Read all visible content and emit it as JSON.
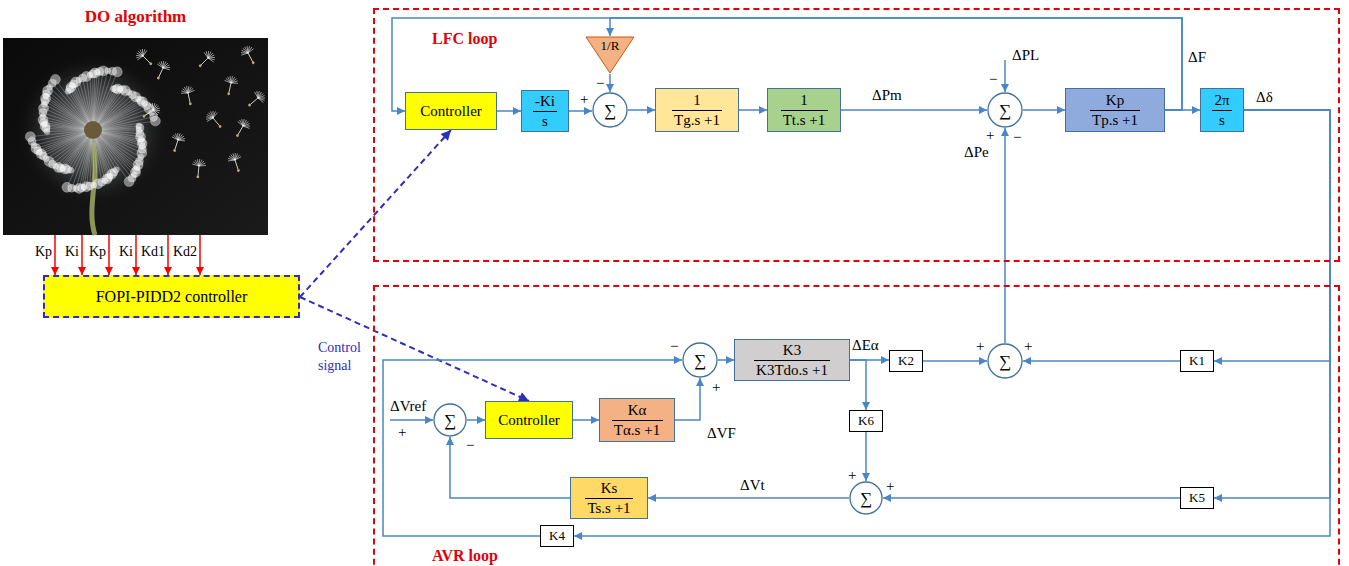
{
  "diagram": {
    "nodes": [
      {
        "text": [
          "DO algorithm"
        ]
      },
      {
        "text": [
          "FOPI-PIDD2 controller"
        ]
      },
      {
        "text": [
          "LFC loop"
        ]
      },
      {
        "text": [
          "Controller"
        ],
        "in": 2
      },
      {
        "text": [
          "-Ki",
          "s"
        ],
        "in": 2
      },
      {
        "text": [
          "1/R"
        ],
        "in": 2
      },
      {
        "text": [
          "∑"
        ],
        "in": 2
      },
      {
        "text": [
          "1",
          "Tg.s +1"
        ],
        "in": 2
      },
      {
        "text": [
          "1",
          "Tt.s +1"
        ],
        "in": 2
      },
      {
        "text": [
          "∑"
        ],
        "in": 2
      },
      {
        "text": [
          "Kp",
          "Tp.s +1"
        ],
        "in": 2
      },
      {
        "text": [
          "2π",
          "s"
        ],
        "in": 2
      },
      {
        "text": [
          "AVR loop"
        ]
      },
      {
        "text": [
          "∑"
        ],
        "in": 12
      },
      {
        "text": [
          "K3",
          "K3Tdo.s +1"
        ],
        "in": 12
      },
      {
        "text": [
          "K2"
        ],
        "in": 12
      },
      {
        "text": [
          "∑"
        ],
        "in": 12
      },
      {
        "text": [
          "K1"
        ],
        "in": 12
      },
      {
        "text": [
          "∑"
        ],
        "in": 12
      },
      {
        "text": [
          "Controller"
        ],
        "in": 12
      },
      {
        "text": [
          "Kα",
          "Tα.s +1"
        ],
        "in": 12
      },
      {
        "text": [
          "K6"
        ],
        "in": 12
      },
      {
        "text": [
          "∑"
        ],
        "in": 12
      },
      {
        "text": [
          "K5"
        ],
        "in": 12
      },
      {
        "text": [
          "Ks",
          "Ts.s +1"
        ],
        "in": 12
      },
      {
        "text": [
          "K4"
        ],
        "in": 12
      }
    ],
    "edges": [
      {
        "from": 0,
        "to": 1,
        "label": "Kp",
        "arrow": "to"
      },
      {
        "from": 0,
        "to": 1,
        "label": "Ki",
        "arrow": "to"
      },
      {
        "from": 0,
        "to": 1,
        "label": "Kp",
        "arrow": "to"
      },
      {
        "from": 0,
        "to": 1,
        "label": "Ki",
        "arrow": "to"
      },
      {
        "from": 0,
        "to": 1,
        "label": "Kd1",
        "arrow": "to"
      },
      {
        "from": 0,
        "to": 1,
        "label": "Kd2",
        "arrow": "to"
      },
      {
        "from": 1,
        "to": 3,
        "arrow": "to"
      },
      {
        "from": 1,
        "to": 19,
        "arrow": "to"
      },
      {
        "from": 3,
        "to": 4,
        "arrow": "to"
      },
      {
        "from": 4,
        "to": 6,
        "arrow": "to"
      },
      {
        "from": 5,
        "to": 6,
        "arrow": "to"
      },
      {
        "from": 6,
        "to": 7,
        "arrow": "to"
      },
      {
        "from": 7,
        "to": 8,
        "arrow": "to"
      },
      {
        "from": 8,
        "to": 9,
        "arrow": "to"
      },
      {
        "from": 9,
        "to": 10,
        "arrow": "to"
      },
      {
        "from": 10,
        "to": 11,
        "arrow": "to"
      },
      {
        "from": 10,
        "to": 3,
        "arrow": "to"
      },
      {
        "from": 10,
        "to": 5,
        "arrow": "to"
      },
      {
        "from": 11,
        "to": 17,
        "arrow": "to"
      },
      {
        "from": 11,
        "to": 23,
        "arrow": "to"
      },
      {
        "from": 11,
        "to": 25,
        "arrow": "to"
      },
      {
        "from": 17,
        "to": 16,
        "arrow": "to"
      },
      {
        "from": 15,
        "to": 16,
        "arrow": "to"
      },
      {
        "from": 16,
        "to": 9,
        "arrow": "to"
      },
      {
        "from": 13,
        "to": 14,
        "arrow": "to"
      },
      {
        "from": 14,
        "to": 15,
        "arrow": "to"
      },
      {
        "from": 14,
        "to": 21,
        "arrow": "to"
      },
      {
        "from": 21,
        "to": 22,
        "arrow": "to"
      },
      {
        "from": 23,
        "to": 22,
        "arrow": "to"
      },
      {
        "from": 22,
        "to": 24,
        "arrow": "to"
      },
      {
        "from": 24,
        "to": 18,
        "arrow": "to"
      },
      {
        "from": 18,
        "to": 19,
        "arrow": "to"
      },
      {
        "from": 19,
        "to": 20,
        "arrow": "to"
      },
      {
        "from": 20,
        "to": 13,
        "arrow": "to"
      },
      {
        "from": 25,
        "to": 13,
        "arrow": "to"
      }
    ],
    "labels": [
      "Control signal",
      "ΔF",
      "+",
      "−",
      "ΔPm",
      "ΔPL",
      "−",
      "+",
      "ΔPe",
      "−",
      "Δδ",
      "−",
      "ΔEα",
      "+",
      "+",
      "ΔVref",
      "+",
      "−",
      "+",
      "ΔVF",
      "+",
      "+",
      "ΔVt"
    ]
  }
}
